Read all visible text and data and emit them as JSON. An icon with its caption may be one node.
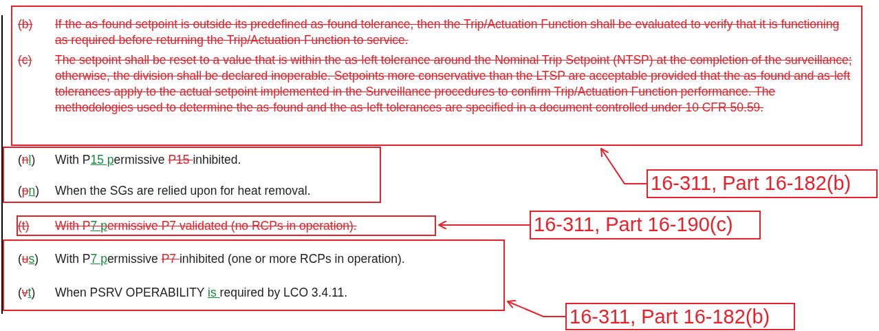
{
  "diagram": {
    "nodes": [
      {
        "text": [
          "(b)",
          "If the as-found setpoint is outside its predefined as-found tolerance, then the Trip/Actuation Function shall be evaluated to verify that it is functioning as required before returning the Trip/Actuation Function to service.",
          "(c)",
          "The setpoint shall be reset to a value that is within the as-left tolerance around the Nominal Trip Setpoint (NTSP) at the completion of the surveillance; otherwise, the division shall be declared inoperable. Setpoints more conservative than the LTSP are acceptable provided that the as-found and as-left tolerances apply to the actual setpoint implemented in the Surveillance procedures to confirm Trip/Actuation Function performance. The methodologies used to determine the as-found and the as-left tolerances are specified in a document controlled under 10 CFR 50.59."
        ]
      },
      {
        "text": [
          "(nl)",
          "With P15 permissive P15 inhibited.",
          "(pn)",
          "When the SGs are relied upon for heat removal."
        ]
      },
      {
        "text": [
          "(t)",
          "With P7 permissive P7 validated (no RCPs in operation)."
        ]
      },
      {
        "text": [
          "(us)",
          "With P7 permissive P7 inhibited (one or more RCPs in operation).",
          "(vt)",
          "When PSRV OPERABILITY is required by LCO 3.4.11."
        ]
      },
      {
        "text": [
          "16-311, Part 16-182(b)"
        ]
      },
      {
        "text": [
          "16-311, Part 16-190(c)"
        ]
      },
      {
        "text": [
          "16-311, Part 16-182(b)"
        ]
      }
    ],
    "edges": [
      {
        "from": 4,
        "to": 0,
        "arrow": "to"
      },
      {
        "from": 5,
        "to": 2,
        "arrow": "to"
      },
      {
        "from": 6,
        "to": 3,
        "arrow": "to"
      }
    ]
  }
}
